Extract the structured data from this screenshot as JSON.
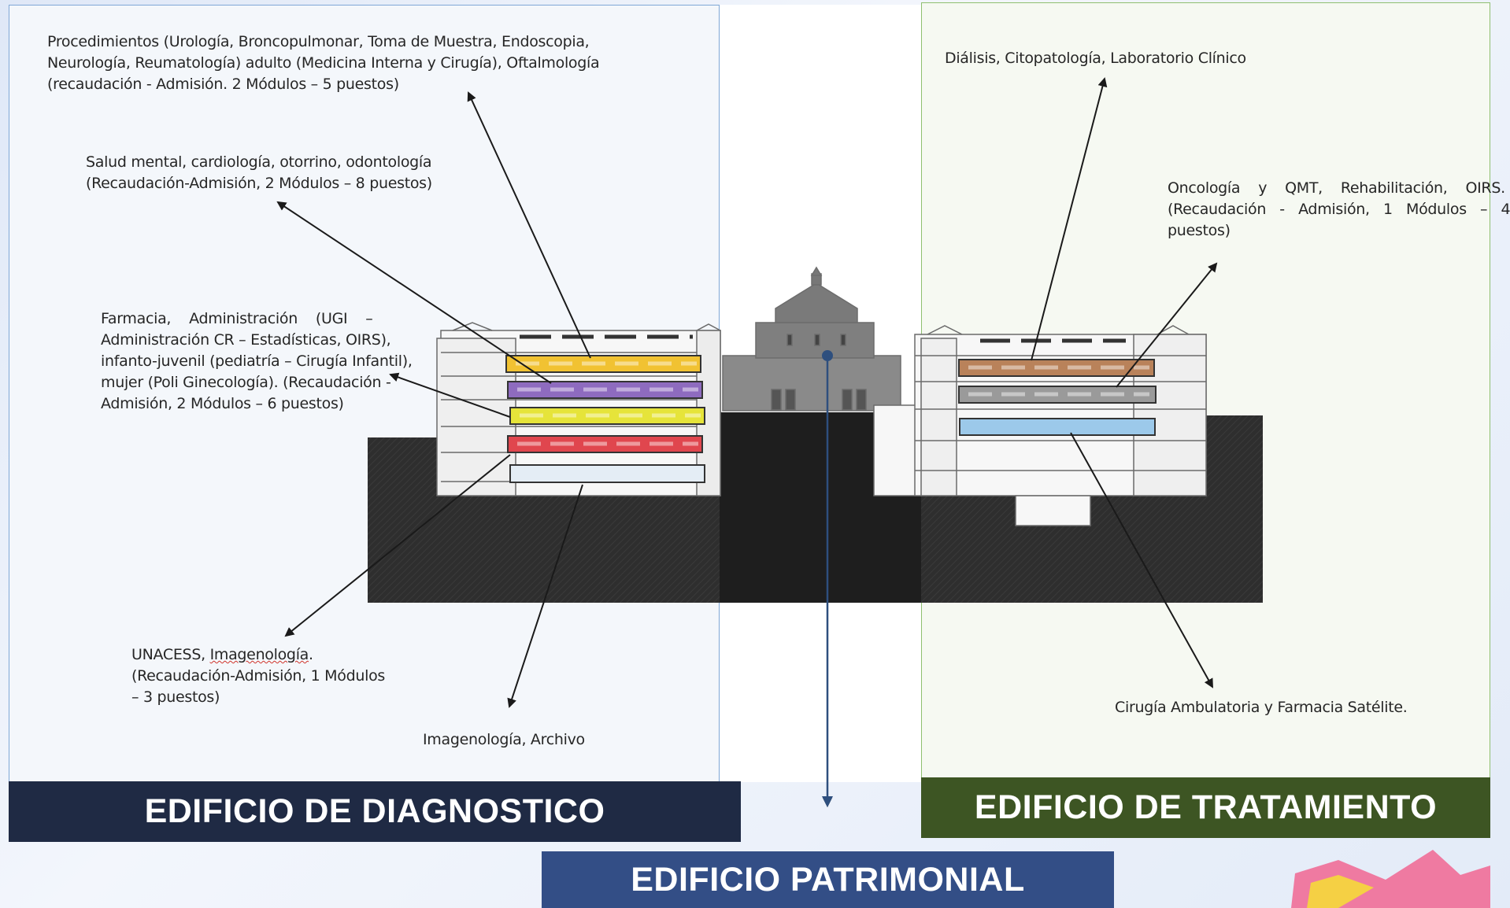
{
  "panels": {
    "diagnostico": {
      "labels": {
        "procedimientos": [
          "Procedimientos (Urología, Broncopulmonar, Toma de Muestra, Endoscopia,",
          "Neurología, Reumatología)  adulto (Medicina Interna y Cirugía), Oftalmología",
          "(recaudación - Admisión. 2 Módulos – 5 puestos)"
        ],
        "salud_mental": [
          "Salud mental, cardiología, otorrino, odontología",
          "(Recaudación-Admisión, 2 Módulos – 8 puestos)"
        ],
        "farmacia": [
          "Farmacia,    Administración    (UGI    –",
          "Administración CR – Estadísticas, OIRS),",
          "infanto-juvenil (pediatría – Cirugía Infantil),",
          "mujer (Poli Ginecología). (Recaudación -",
          "Admisión, 2 Módulos – 6 puestos)"
        ],
        "unacess_1": "UNACESS, ",
        "unacess_2": "Imagenología",
        "unacess_3": ".",
        "unacess_rest": [
          "(Recaudación-Admisión, 1 Módulos",
          "– 3 puestos)"
        ],
        "imagenologia": "Imagenología, Archivo"
      }
    },
    "tratamiento": {
      "labels": {
        "dialisis": "Diálisis, Citopatología, Laboratorio Clínico",
        "oncologia": [
          "Oncología    y    QMT,    Rehabilitación,    OIRS.",
          "(Recaudación   -   Admisión,   1   Módulos   –   4",
          "puestos)"
        ],
        "cirugia": "Cirugía Ambulatoria y Farmacia Satélite."
      }
    }
  },
  "banners": {
    "diagnostico": "EDIFICIO DE DIAGNOSTICO",
    "tratamiento": "EDIFICIO DE TRATAMIENTO",
    "patrimonial": "EDIFICIO PATRIMONIAL"
  },
  "floor_colors": {
    "diag": [
      "#f1c232",
      "#8e6bbf",
      "#e6e43a",
      "#e0464e",
      "#e4edf5"
    ],
    "trat": [
      "#b9825a",
      "#9a9a9a",
      "#9cc9ea"
    ]
  }
}
